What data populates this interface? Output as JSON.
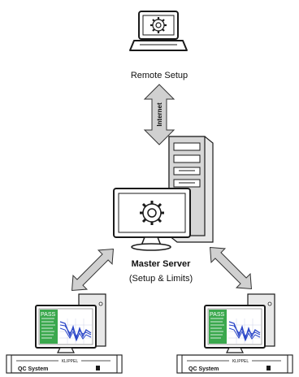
{
  "remote": {
    "label": "Remote Setup"
  },
  "link": {
    "label": "Internet"
  },
  "server": {
    "title": "Master Server",
    "subtitle": "(Setup & Limits)"
  },
  "stations": [
    {
      "screen_badge": "PASS",
      "rack_label": "QC System",
      "rack_brand": "KLIPPEL"
    },
    {
      "screen_badge": "PASS",
      "rack_label": "QC System",
      "rack_brand": "KLIPPEL"
    }
  ],
  "colors": {
    "pass_green": "#1f9a3e",
    "plot_blue": "#2a46c8",
    "arrow_fill": "#d0d0d0",
    "monitor_stroke": "#1a1a1a"
  }
}
